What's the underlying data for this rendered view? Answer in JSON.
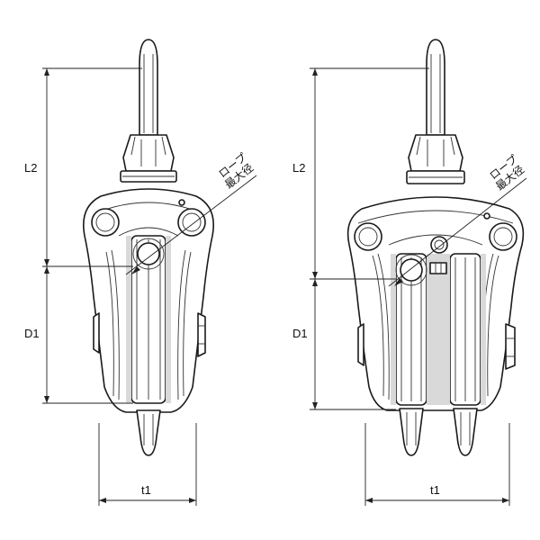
{
  "diagrams": [
    {
      "name": "single-sheave-block",
      "labels": {
        "length": "L2",
        "sheave_diameter": "D1",
        "thickness": "t1",
        "rope_line1": "ロープ",
        "rope_line2": "最大径"
      }
    },
    {
      "name": "double-sheave-block",
      "labels": {
        "length": "L2",
        "sheave_diameter": "D1",
        "thickness": "t1",
        "rope_line1": "ロープ",
        "rope_line2": "最大径"
      }
    }
  ]
}
